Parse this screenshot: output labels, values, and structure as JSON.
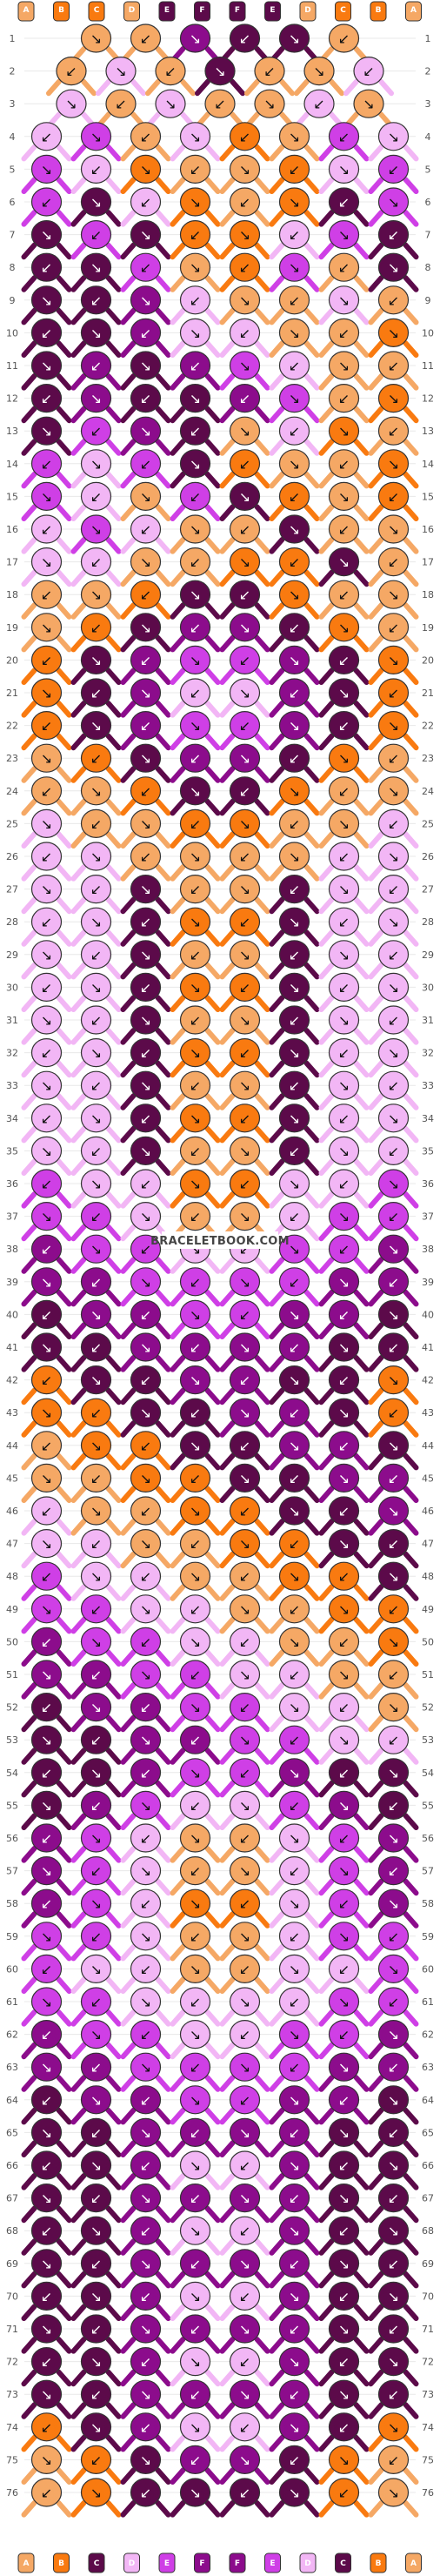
{
  "watermark": "BRACELETBOOK.COM",
  "palette": {
    "A": "#f5a865",
    "B": "#f97a10",
    "C": "#5c0a4a",
    "D": "#f2b6f5",
    "E": "#cf3fe6",
    "F": "#8c0c8c"
  },
  "strands": {
    "top": [
      "A",
      "B",
      "B",
      "A",
      "C",
      "C",
      "C",
      "C",
      "A",
      "B",
      "B",
      "A"
    ],
    "labels": [
      "A",
      "B",
      "C",
      "D",
      "E",
      "F",
      "F",
      "E",
      "D",
      "C",
      "B",
      "A"
    ],
    "bottom": [
      "A",
      "B",
      "C",
      "D",
      "E",
      "F",
      "F",
      "E",
      "D",
      "C",
      "B",
      "A"
    ]
  },
  "rows_total": 76,
  "row_labels": [
    "1",
    "2",
    "3",
    "4",
    "5",
    "6",
    "7",
    "8",
    "9",
    "10",
    "11",
    "12",
    "13",
    "14",
    "15",
    "16",
    "17",
    "18",
    "19",
    "20",
    "21",
    "22",
    "23",
    "24",
    "25",
    "26",
    "27",
    "28",
    "29",
    "30",
    "31",
    "32",
    "33",
    "34",
    "35",
    "36",
    "37",
    "38",
    "39",
    "40",
    "41",
    "42",
    "43",
    "44",
    "45",
    "46",
    "47",
    "48",
    "49",
    "50",
    "51",
    "52",
    "53",
    "54",
    "55",
    "56",
    "57",
    "58",
    "59",
    "60",
    "61",
    "62",
    "63",
    "64",
    "65",
    "66",
    "67",
    "68",
    "69",
    "70",
    "71",
    "72",
    "73",
    "74",
    "75",
    "76"
  ],
  "knot_rows": [
    [
      "A",
      "A",
      "F",
      "C",
      "C",
      "A"
    ],
    [
      "A",
      "D",
      "A",
      "C",
      "A",
      "A",
      "D"
    ],
    [
      "D",
      "A",
      "D",
      "A",
      "A",
      "D",
      "A"
    ],
    [
      "D",
      "E",
      "A",
      "D",
      "B",
      "A",
      "E",
      "D"
    ],
    [
      "E",
      "D",
      "B",
      "A",
      "A",
      "B",
      "D",
      "E"
    ],
    [
      "E",
      "C",
      "D",
      "B",
      "A",
      "B",
      "C",
      "E"
    ],
    [
      "C",
      "E",
      "C",
      "B",
      "B",
      "D",
      "E",
      "C"
    ],
    [
      "C",
      "C",
      "E",
      "A",
      "B",
      "E",
      "A",
      "C"
    ],
    [
      "C",
      "C",
      "F",
      "D",
      "A",
      "A",
      "D",
      "A"
    ],
    [
      "C",
      "C",
      "F",
      "D",
      "D",
      "A",
      "A",
      "B"
    ],
    [
      "C",
      "F",
      "C",
      "F",
      "E",
      "D",
      "A",
      "A"
    ],
    [
      "C",
      "F",
      "C",
      "C",
      "F",
      "E",
      "A",
      "B"
    ],
    [
      "C",
      "E",
      "F",
      "C",
      "A",
      "D",
      "B",
      "A"
    ],
    [
      "E",
      "D",
      "E",
      "C",
      "B",
      "A",
      "A",
      "B"
    ],
    [
      "E",
      "D",
      "A",
      "E",
      "C",
      "B",
      "A",
      "B"
    ],
    [
      "D",
      "E",
      "D",
      "A",
      "A",
      "C",
      "A",
      "A"
    ],
    [
      "D",
      "D",
      "A",
      "A",
      "B",
      "B",
      "C",
      "A"
    ],
    [
      "A",
      "A",
      "B",
      "C",
      "C",
      "B",
      "A",
      "A"
    ],
    [
      "A",
      "B",
      "C",
      "F",
      "F",
      "C",
      "B",
      "A"
    ],
    [
      "B",
      "C",
      "F",
      "E",
      "E",
      "F",
      "C",
      "B"
    ],
    [
      "B",
      "C",
      "F",
      "D",
      "D",
      "F",
      "C",
      "B"
    ],
    [
      "B",
      "C",
      "F",
      "E",
      "E",
      "F",
      "C",
      "B"
    ],
    [
      "A",
      "B",
      "C",
      "F",
      "F",
      "C",
      "B",
      "A"
    ],
    [
      "A",
      "A",
      "B",
      "C",
      "C",
      "B",
      "A",
      "A"
    ],
    [
      "D",
      "A",
      "A",
      "B",
      "B",
      "A",
      "A",
      "D"
    ],
    [
      "D",
      "D",
      "A",
      "A",
      "A",
      "A",
      "D",
      "D"
    ],
    [
      "D",
      "D",
      "C",
      "A",
      "A",
      "C",
      "D",
      "D"
    ],
    [
      "D",
      "D",
      "C",
      "B",
      "B",
      "C",
      "D",
      "D"
    ],
    [
      "D",
      "D",
      "C",
      "A",
      "A",
      "C",
      "D",
      "D"
    ],
    [
      "D",
      "D",
      "C",
      "B",
      "B",
      "C",
      "D",
      "D"
    ],
    [
      "D",
      "D",
      "C",
      "A",
      "A",
      "C",
      "D",
      "D"
    ],
    [
      "D",
      "D",
      "C",
      "B",
      "B",
      "C",
      "D",
      "D"
    ],
    [
      "D",
      "D",
      "C",
      "A",
      "A",
      "C",
      "D",
      "D"
    ],
    [
      "D",
      "D",
      "C",
      "B",
      "B",
      "C",
      "D",
      "D"
    ],
    [
      "D",
      "D",
      "C",
      "A",
      "A",
      "C",
      "D",
      "D"
    ],
    [
      "E",
      "D",
      "D",
      "B",
      "B",
      "D",
      "D",
      "E"
    ],
    [
      "E",
      "E",
      "D",
      "A",
      "A",
      "D",
      "E",
      "E"
    ],
    [
      "F",
      "E",
      "E",
      "D",
      "D",
      "E",
      "E",
      "F"
    ],
    [
      "F",
      "F",
      "E",
      "E",
      "E",
      "E",
      "F",
      "F"
    ],
    [
      "C",
      "F",
      "F",
      "E",
      "E",
      "F",
      "F",
      "C"
    ],
    [
      "C",
      "C",
      "F",
      "F",
      "F",
      "F",
      "C",
      "C"
    ],
    [
      "B",
      "C",
      "C",
      "F",
      "F",
      "C",
      "C",
      "B"
    ],
    [
      "B",
      "B",
      "C",
      "C",
      "F",
      "F",
      "C",
      "B"
    ],
    [
      "A",
      "B",
      "B",
      "C",
      "C",
      "F",
      "F",
      "C"
    ],
    [
      "A",
      "A",
      "B",
      "B",
      "C",
      "C",
      "F",
      "F"
    ],
    [
      "D",
      "A",
      "A",
      "B",
      "B",
      "C",
      "C",
      "F"
    ],
    [
      "D",
      "D",
      "A",
      "A",
      "B",
      "B",
      "C",
      "C"
    ],
    [
      "E",
      "D",
      "D",
      "A",
      "A",
      "B",
      "B",
      "C"
    ],
    [
      "E",
      "E",
      "D",
      "D",
      "A",
      "A",
      "B",
      "B"
    ],
    [
      "F",
      "E",
      "E",
      "D",
      "D",
      "A",
      "A",
      "B"
    ],
    [
      "F",
      "F",
      "E",
      "E",
      "D",
      "D",
      "A",
      "A"
    ],
    [
      "C",
      "F",
      "F",
      "E",
      "E",
      "D",
      "D",
      "A"
    ],
    [
      "C",
      "C",
      "F",
      "F",
      "E",
      "E",
      "D",
      "D"
    ],
    [
      "C",
      "C",
      "F",
      "E",
      "E",
      "F",
      "C",
      "C"
    ],
    [
      "C",
      "F",
      "E",
      "D",
      "D",
      "E",
      "F",
      "C"
    ],
    [
      "F",
      "E",
      "D",
      "A",
      "A",
      "D",
      "E",
      "F"
    ],
    [
      "F",
      "E",
      "D",
      "A",
      "A",
      "D",
      "E",
      "F"
    ],
    [
      "F",
      "E",
      "D",
      "B",
      "B",
      "D",
      "E",
      "F"
    ],
    [
      "E",
      "E",
      "D",
      "A",
      "A",
      "D",
      "E",
      "E"
    ],
    [
      "E",
      "D",
      "D",
      "A",
      "A",
      "D",
      "D",
      "E"
    ],
    [
      "E",
      "E",
      "D",
      "D",
      "D",
      "D",
      "E",
      "E"
    ],
    [
      "F",
      "E",
      "E",
      "D",
      "D",
      "E",
      "E",
      "F"
    ],
    [
      "F",
      "F",
      "E",
      "E",
      "E",
      "E",
      "F",
      "F"
    ],
    [
      "C",
      "F",
      "F",
      "E",
      "E",
      "F",
      "F",
      "C"
    ],
    [
      "C",
      "C",
      "F",
      "F",
      "F",
      "F",
      "C",
      "C"
    ],
    [
      "C",
      "C",
      "F",
      "D",
      "D",
      "F",
      "C",
      "C"
    ],
    [
      "C",
      "C",
      "F",
      "F",
      "F",
      "F",
      "C",
      "C"
    ],
    [
      "C",
      "C",
      "F",
      "D",
      "D",
      "F",
      "C",
      "C"
    ],
    [
      "C",
      "C",
      "F",
      "F",
      "F",
      "F",
      "C",
      "C"
    ],
    [
      "C",
      "C",
      "F",
      "D",
      "D",
      "F",
      "C",
      "C"
    ],
    [
      "C",
      "C",
      "F",
      "F",
      "F",
      "F",
      "C",
      "C"
    ],
    [
      "C",
      "C",
      "F",
      "D",
      "D",
      "F",
      "C",
      "C"
    ],
    [
      "C",
      "C",
      "F",
      "F",
      "F",
      "F",
      "C",
      "C"
    ],
    [
      "B",
      "C",
      "F",
      "D",
      "D",
      "F",
      "C",
      "B"
    ],
    [
      "A",
      "B",
      "C",
      "F",
      "F",
      "C",
      "B",
      "A"
    ],
    [
      "A",
      "B",
      "C",
      "C",
      "C",
      "C",
      "B",
      "A"
    ]
  ]
}
